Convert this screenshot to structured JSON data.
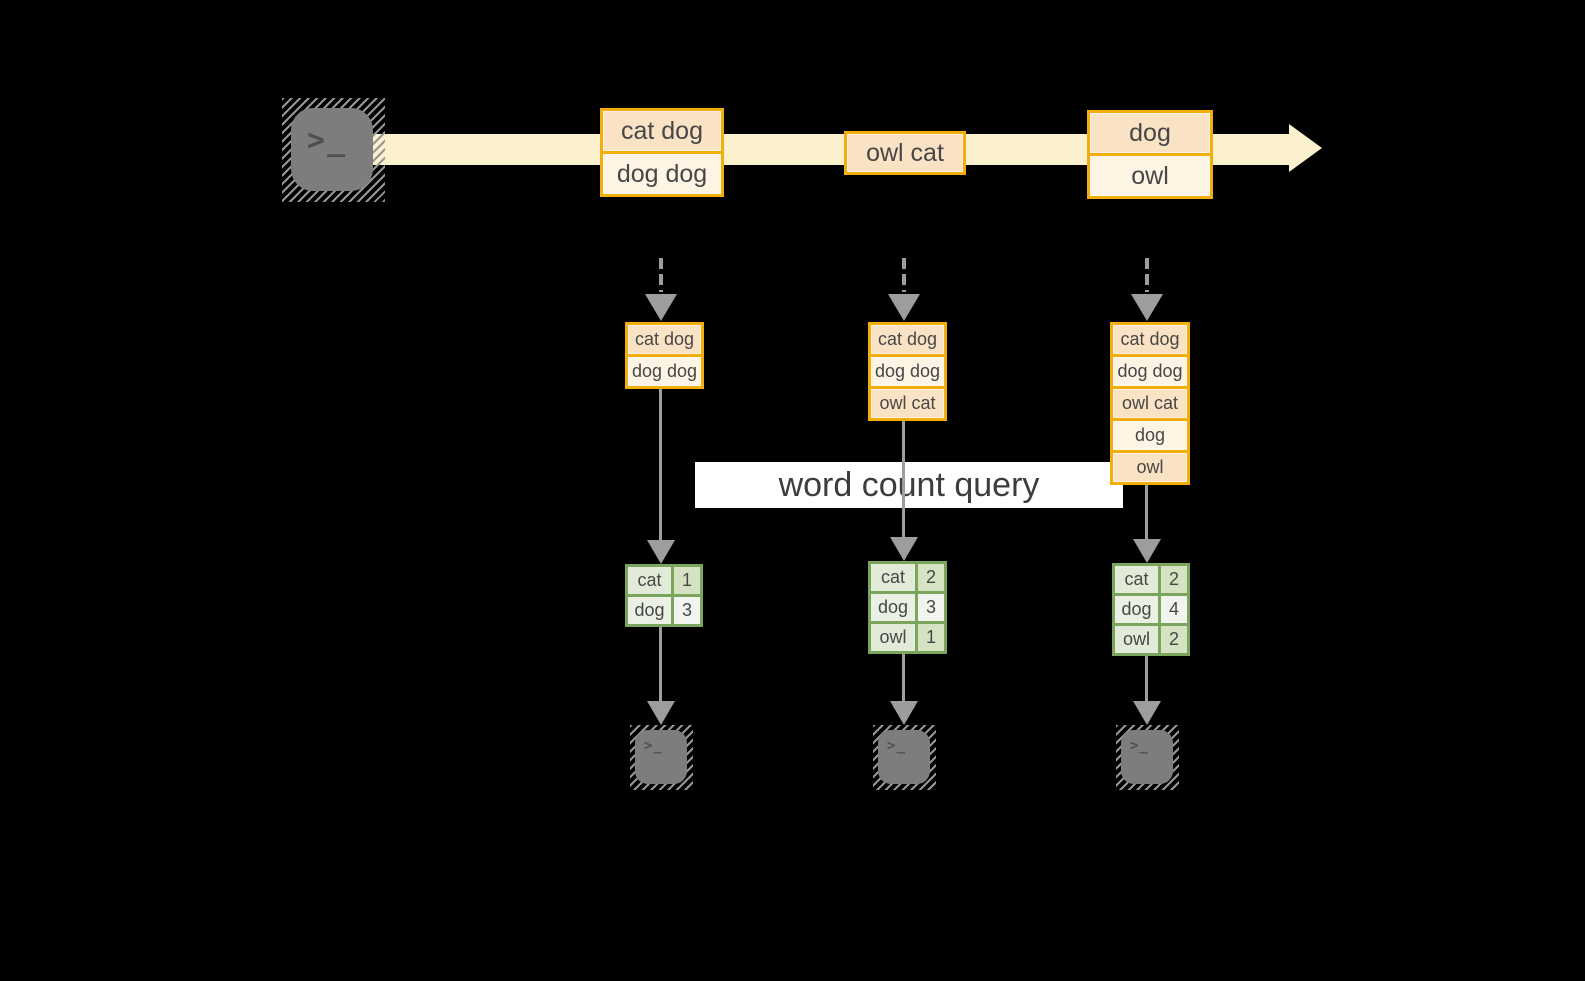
{
  "colors": {
    "background": "#000000",
    "stream_band": "#FCF1CE",
    "event_border": "#F3AE0B",
    "event_fill_dark": "#FAE3C5",
    "event_fill_light": "#FDF4E4",
    "table_border": "#7BA45C",
    "table_fill_dark": "#E2EBD8",
    "table_fill_light": "#EAF0E4",
    "arrow_gray": "#9D9D9D",
    "terminal_gray": "#7D7D7D",
    "label_background": "#FFFFFF",
    "text": "#474747"
  },
  "source_terminal": {
    "chevron": ">",
    "underscore": "_"
  },
  "stream": {
    "boxes": [
      {
        "rows": [
          "cat dog",
          "dog dog"
        ]
      },
      {
        "rows": [
          "owl cat"
        ]
      },
      {
        "rows": [
          "dog",
          "owl"
        ]
      }
    ]
  },
  "label": {
    "text": "word count query"
  },
  "columns": [
    {
      "buffer": [
        "cat dog",
        "dog dog"
      ],
      "table": [
        {
          "word": "cat",
          "count": "1"
        },
        {
          "word": "dog",
          "count": "3"
        }
      ],
      "terminal": {
        "chevron": ">",
        "underscore": "_"
      }
    },
    {
      "buffer": [
        "cat dog",
        "dog dog",
        "owl cat"
      ],
      "table": [
        {
          "word": "cat",
          "count": "2"
        },
        {
          "word": "dog",
          "count": "3"
        },
        {
          "word": "owl",
          "count": "1"
        }
      ],
      "terminal": {
        "chevron": ">",
        "underscore": "_"
      }
    },
    {
      "buffer": [
        "cat dog",
        "dog dog",
        "owl cat",
        "dog",
        "owl"
      ],
      "table": [
        {
          "word": "cat",
          "count": "2"
        },
        {
          "word": "dog",
          "count": "4"
        },
        {
          "word": "owl",
          "count": "2"
        }
      ],
      "terminal": {
        "chevron": ">",
        "underscore": "_"
      }
    }
  ]
}
